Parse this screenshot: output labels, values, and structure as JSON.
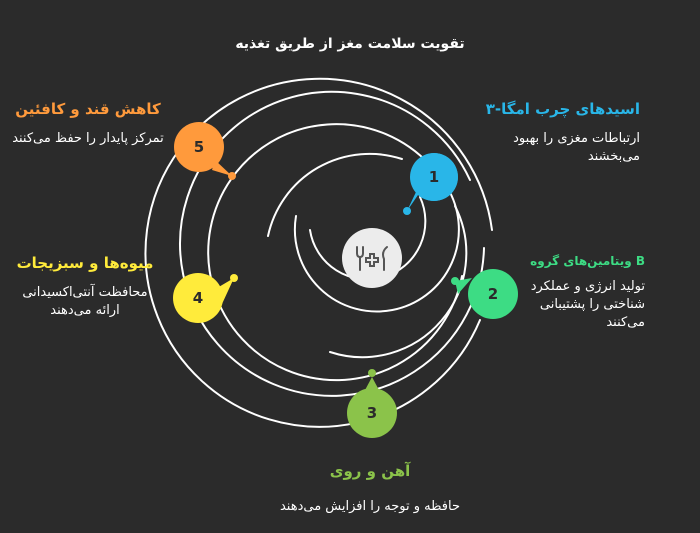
{
  "title": "تقویت سلامت مغز از طریق تغذیه",
  "colors": {
    "background": "#2b2b2b",
    "ring": "#ffffff",
    "item1": "#29b6e8",
    "item2": "#3ddc84",
    "item3": "#8bc34a",
    "item4": "#ffeb3b",
    "item5": "#ff9a3c"
  },
  "center_icon": "fork-plus-knife-icon",
  "items": [
    {
      "number": "1",
      "heading": "اسیدهای چرب امگا-۳",
      "description": "ارتباطات مغزی را بهبود می‌بخشند"
    },
    {
      "number": "2",
      "heading": "B ویتامین‌های گروه",
      "description": "تولید انرژی و عملکرد شناختی را پشتیبانی می‌کنند"
    },
    {
      "number": "3",
      "heading": "آهن و روی",
      "description": "حافظه و توجه را افزایش می‌دهند"
    },
    {
      "number": "4",
      "heading": "میوه‌ها و سبزیجات",
      "description": "محافظت آنتی‌اکسیدانی ارائه می‌دهند"
    },
    {
      "number": "5",
      "heading": "کاهش قند و کافئین",
      "description": "تمرکز پایدار را حفظ می‌کنند"
    }
  ]
}
